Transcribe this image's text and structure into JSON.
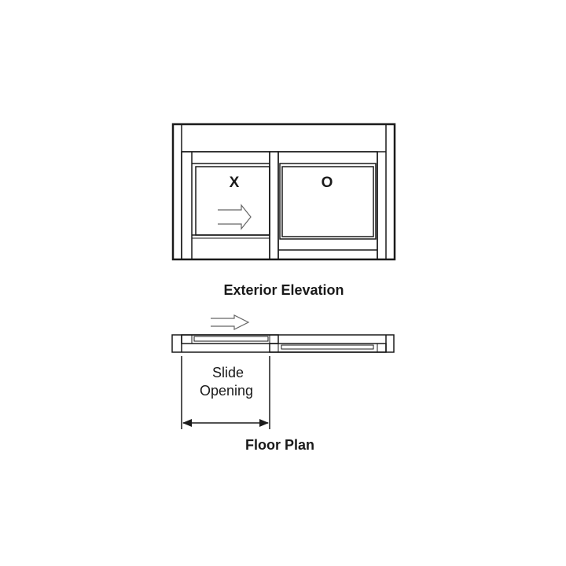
{
  "elevation": {
    "panel_left_label": "X",
    "panel_right_label": "O",
    "title": "Exterior Elevation"
  },
  "plan": {
    "dimension_label_line1": "Slide",
    "dimension_label_line2": "Opening",
    "title": "Floor Plan"
  },
  "colors": {
    "line": "#1a1a1a",
    "arrow": "#666666",
    "background": "#ffffff"
  },
  "icons": [
    "slide-direction-arrow-icon",
    "dimension-arrow-icon"
  ]
}
